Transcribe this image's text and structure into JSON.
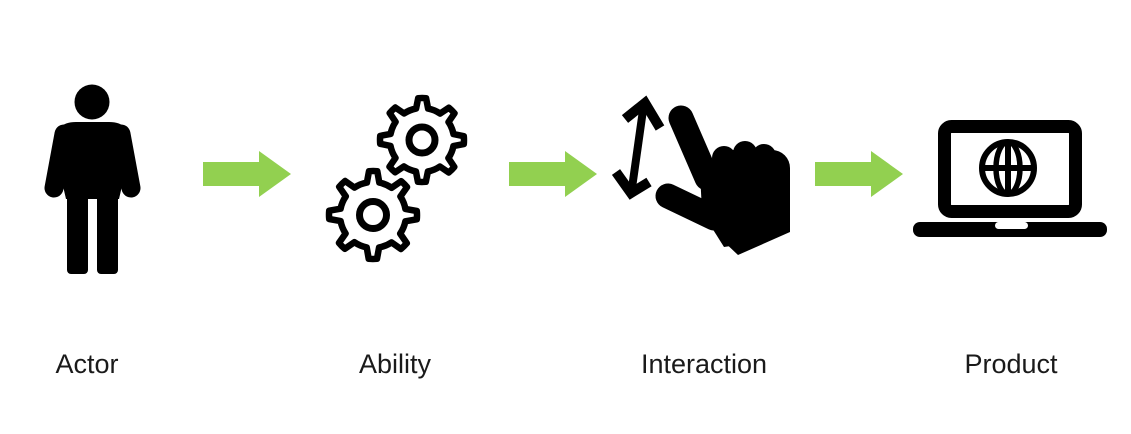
{
  "diagram": {
    "background": "#ffffff",
    "icon_color": "#000000",
    "arrow_color": "#92D050",
    "text_color": "#1a1a1a",
    "steps": [
      {
        "label": "Actor",
        "icon": "person-icon"
      },
      {
        "label": "Ability",
        "icon": "gears-icon"
      },
      {
        "label": "Interaction",
        "icon": "touch-swipe-gesture-icon"
      },
      {
        "label": "Product",
        "icon": "laptop-globe-icon"
      }
    ],
    "connectors": [
      {
        "type": "arrow-right"
      },
      {
        "type": "arrow-right"
      },
      {
        "type": "arrow-right"
      }
    ]
  }
}
